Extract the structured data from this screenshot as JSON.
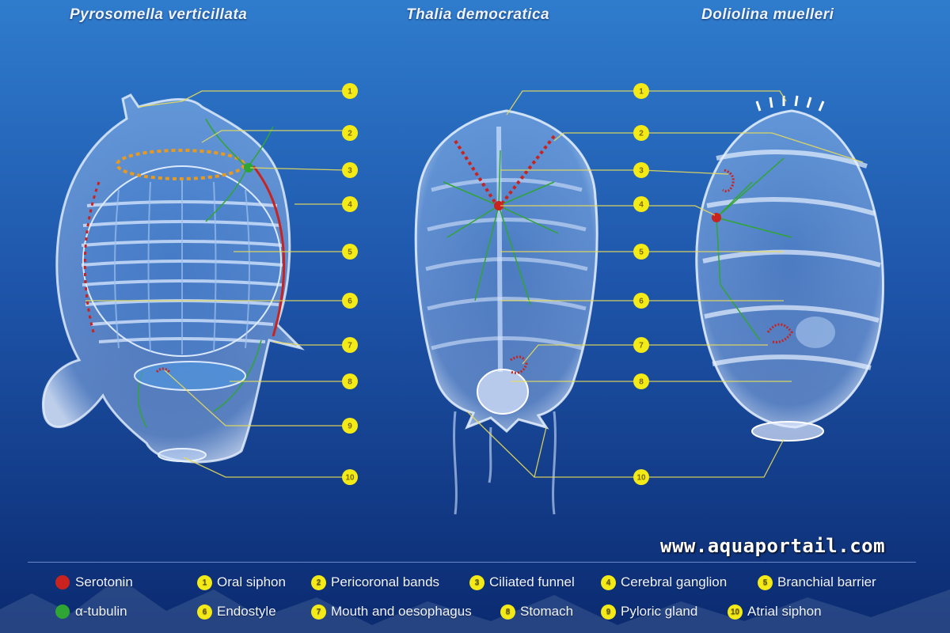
{
  "species": [
    "Pyrosomella verticillata",
    "Thalia democratica",
    "Doliolina muelleri"
  ],
  "callout_numbers": [
    "1",
    "2",
    "3",
    "4",
    "5",
    "6",
    "7",
    "8",
    "9",
    "10"
  ],
  "stain_legend": [
    {
      "label": "Serotonin",
      "color": "#c8231e"
    },
    {
      "label": "α-tubulin",
      "color": "#2fa534"
    }
  ],
  "structure_legend": [
    {
      "num": "1",
      "label": "Oral siphon"
    },
    {
      "num": "2",
      "label": "Pericoronal bands"
    },
    {
      "num": "3",
      "label": "Ciliated funnel"
    },
    {
      "num": "4",
      "label": "Cerebral ganglion"
    },
    {
      "num": "5",
      "label": "Branchial barrier"
    },
    {
      "num": "6",
      "label": "Endostyle"
    },
    {
      "num": "7",
      "label": "Mouth and oesophagus"
    },
    {
      "num": "8",
      "label": "Stomach"
    },
    {
      "num": "9",
      "label": "Pyloric gland"
    },
    {
      "num": "10",
      "label": "Atrial siphon"
    }
  ],
  "watermark": "www.aquaportail.com",
  "colors": {
    "callout": "#f3ea17",
    "leader": "#e8dc5a",
    "background_top": "#2a73c8",
    "background_bottom": "#0b2a70"
  }
}
